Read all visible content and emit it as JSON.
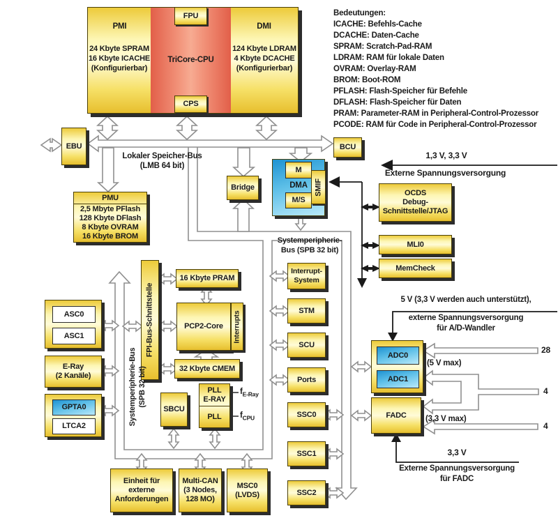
{
  "legend": {
    "title": "Bedeutungen:",
    "items": [
      "ICACHE: Befehls-Cache",
      "DCACHE: Daten-Cache",
      "SPRAM: Scratch-Pad-RAM",
      "LDRAM: RAM für lokale Daten",
      "OVRAM: Overlay-RAM",
      "BROM: Boot-ROM",
      "PFLASH: Flash-Speicher für Befehle",
      "DFLASH: Flash-Speicher für Daten",
      "PRAM: Parameter-RAM in Peripheral-Control-Prozessor",
      "PCODE: RAM für Code in Peripheral-Control-Prozessor"
    ]
  },
  "cpu_block": {
    "pmi_title": "PMI",
    "pmi_lines": [
      "24 Kbyte SPRAM",
      "16 Kbyte ICACHE",
      "(Konfigurierbar)"
    ],
    "cpu_label": "TriCore-CPU",
    "fpu": "FPU",
    "cps": "CPS",
    "dmi_title": "DMI",
    "dmi_lines": [
      "124 Kbyte LDRAM",
      "4 Kbyte DCACHE",
      "(Konfigurierbar)"
    ]
  },
  "ebu": "EBU",
  "bcu": "BCU",
  "bridge": "Bridge",
  "lmb_label": [
    "Lokaler Speicher-Bus",
    "(LMB 64 bit)"
  ],
  "pmu": {
    "title": "PMU",
    "lines": [
      "2,5 Mbyte PFlash",
      "128 Kbyte DFlash",
      "8 Kbyte OVRAM",
      "16 Kbyte BROM"
    ]
  },
  "dma": {
    "m": "M",
    "label": "DMA",
    "ms": "M/S",
    "smif": "SMIF"
  },
  "debug": {
    "ocds": [
      "OCDS",
      "Debug-",
      "Schnittstelle/JTAG"
    ],
    "mli": "MLI0",
    "memcheck": "MemCheck"
  },
  "supply_top": {
    "volts": "1,3 V, 3,3 V",
    "label": "Externe Spannungsversorgung"
  },
  "spb_mid_label": [
    "Systemperipherie-",
    "Bus (SPB 32 bit)"
  ],
  "spb_left_label": [
    "Systemperipherie-Bus",
    "(SPB 32 bit)"
  ],
  "serial": {
    "asc0": "ASC0",
    "asc1": "ASC1",
    "eray": [
      "E-Ray",
      "(2 Kanäle)"
    ],
    "gpta0": "GPTA0",
    "ltca2": "LTCA2"
  },
  "fpi": "FPI-Bus-Schnittstelle",
  "pcp": {
    "pram": "16 Kbyte PRAM",
    "core": "PCP2-Core",
    "interrupts": "Interrupts",
    "cmem": "32 Kbyte CMEM"
  },
  "sbcu": "SBCU",
  "pll": {
    "top": [
      "PLL",
      "E-RAY"
    ],
    "bottom": "PLL",
    "f": "f",
    "f1_sub": "E-Ray",
    "f2_sub": "CPU"
  },
  "periph": {
    "interrupt": [
      "Interrupt-",
      "System"
    ],
    "stm": "STM",
    "scu": "SCU",
    "ports": "Ports",
    "ssc0": "SSC0",
    "ssc1": "SSC1",
    "ssc2": "SSC2"
  },
  "adc": {
    "adc0": "ADC0",
    "adc1": "ADC1",
    "fadc": "FADC",
    "supply": [
      "5 V (3,3 V werden auch unterstützt),",
      "externe Spannungsversorgung",
      "für A/D-Wandler"
    ],
    "ch28": "28",
    "max5": "(5 V max)",
    "ch4a": "4",
    "max33": "(3,3 V max)",
    "ch4b": "4",
    "fadc_supply": {
      "volts": "3,3 V",
      "lines": [
        "Externe Spannungsversorgung",
        "für FADC"
      ]
    }
  },
  "bottom": {
    "einheit": [
      "Einheit für",
      "externe",
      "Anforderungen"
    ],
    "multican": [
      "Multi-CAN",
      "(3 Nodes,",
      "128 MO)"
    ],
    "msc": [
      "MSC0",
      "(LVDS)"
    ]
  }
}
